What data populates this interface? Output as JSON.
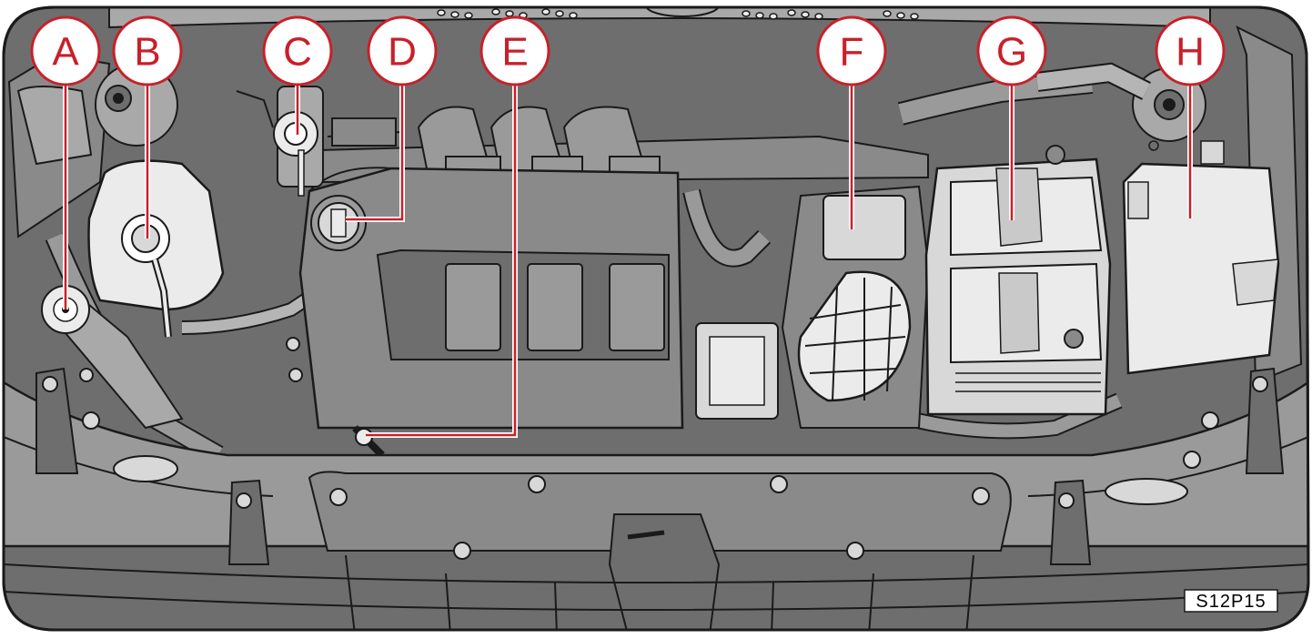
{
  "diagram": {
    "type": "engine-compartment-illustration",
    "callouts": [
      {
        "id": "A",
        "label": "A"
      },
      {
        "id": "B",
        "label": "B"
      },
      {
        "id": "C",
        "label": "C"
      },
      {
        "id": "D",
        "label": "D"
      },
      {
        "id": "E",
        "label": "E"
      },
      {
        "id": "F",
        "label": "F"
      },
      {
        "id": "G",
        "label": "G"
      },
      {
        "id": "H",
        "label": "H"
      }
    ],
    "figure_code": "S12P15",
    "colors": {
      "callout_red": "#c8202a",
      "callout_fill": "#ffffff",
      "line": "#1a1a1a",
      "dark_fill": "#6e6e6e",
      "mid_fill": "#a9a9a9",
      "light_fill": "#d8d8d8",
      "pale_fill": "#ebebeb"
    }
  }
}
